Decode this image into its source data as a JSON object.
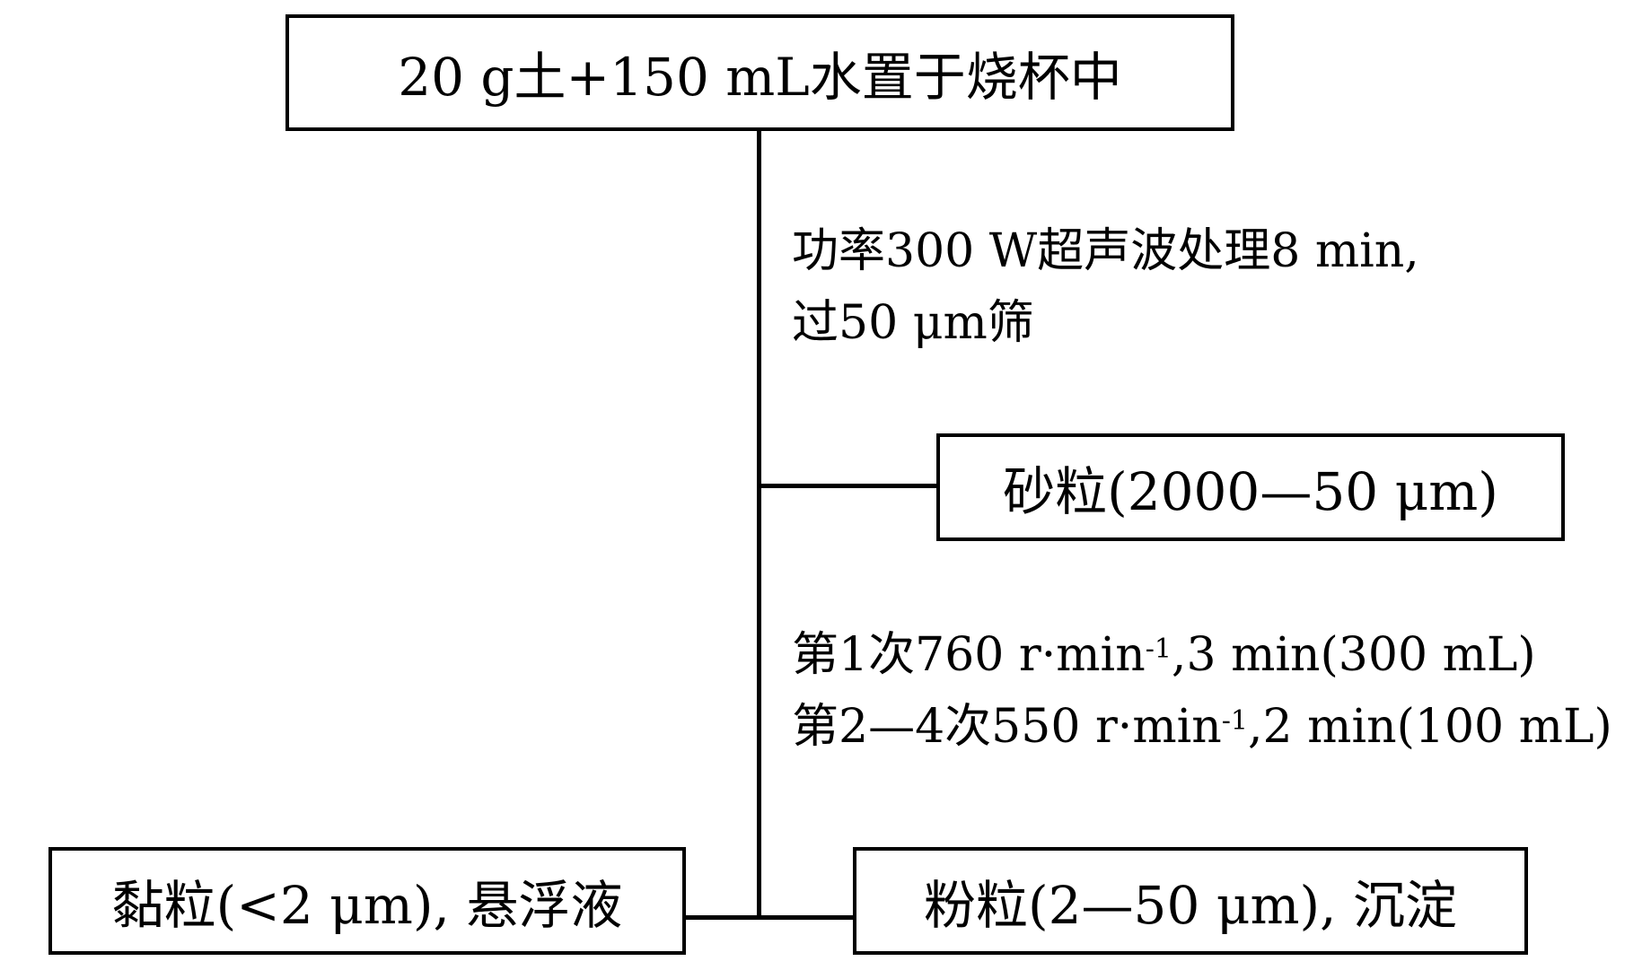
{
  "diagram": {
    "start_box": "20 g土+150 mL水置于烧杯中",
    "step1_line1": "功率300 W超声波处理8 min,",
    "step1_line2": "过50 μm筛",
    "sand_box": "砂粒(2000—50 μm)",
    "step2_line1_pre": "第1次760 r·min",
    "step2_line1_sup": "-1",
    "step2_line1_post": ",3 min(300 mL)",
    "step2_line2_pre": "第2—4次550 r·min",
    "step2_line2_sup": "-1",
    "step2_line2_post": ",2 min(100 mL)",
    "clay_box": "黏粒(<2 μm), 悬浮液",
    "silt_box": "粉粒(2—50 μm), 沉淀"
  }
}
